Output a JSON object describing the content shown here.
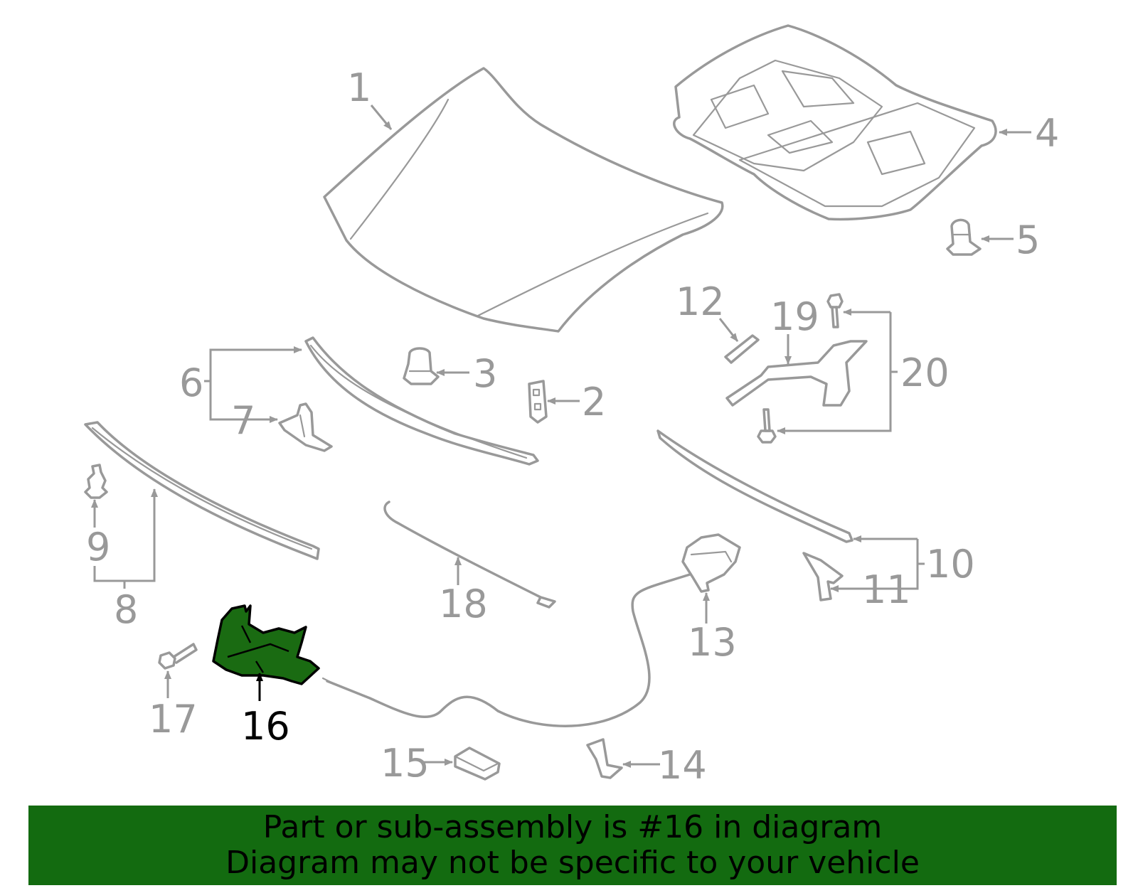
{
  "colors": {
    "part_stroke": "#999999",
    "highlight_fill": "#1a6b12",
    "highlight_label": "#000000",
    "banner_bg": "#136b10"
  },
  "highlighted_part": "16",
  "callouts": {
    "c1": "1",
    "c2": "2",
    "c3": "3",
    "c4": "4",
    "c5": "5",
    "c6": "6",
    "c7": "7",
    "c8": "8",
    "c9": "9",
    "c10": "10",
    "c11": "11",
    "c12": "12",
    "c13": "13",
    "c14": "14",
    "c15": "15",
    "c16": "16",
    "c17": "17",
    "c18": "18",
    "c19": "19",
    "c20": "20"
  },
  "banner": {
    "line1": "Part or sub-assembly is #16 in diagram",
    "line2": "Diagram may not be specific to your vehicle"
  }
}
